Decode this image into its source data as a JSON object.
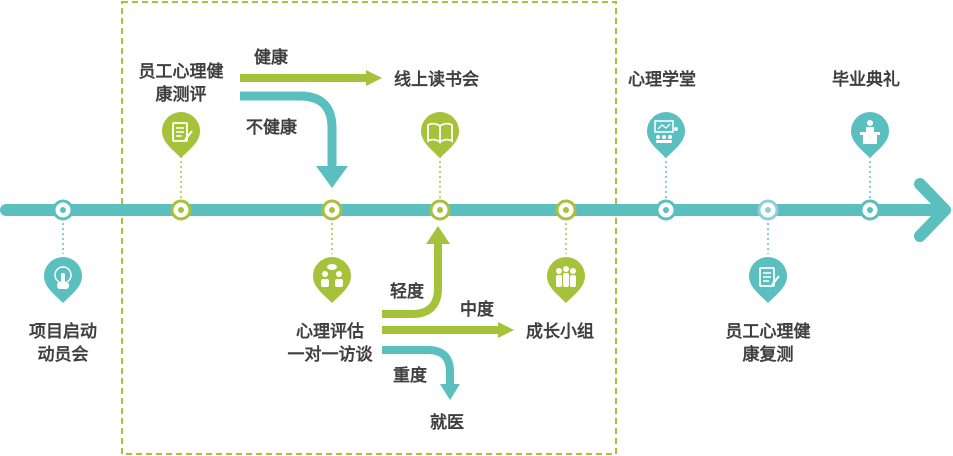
{
  "timeline": {
    "before_box": {
      "kickoff": "项目启动\n动员会"
    },
    "in_box": {
      "assessment": "员工心理健\n康测评",
      "healthy": "健康",
      "unhealthy": "不健康",
      "reading": "线上读书会",
      "consult": "心理评估\n一对一访谈",
      "mild": "轻度",
      "moderate": "中度",
      "severe": "重度",
      "growth": "成长小组",
      "hospital": "就医"
    },
    "after_box": {
      "classroom": "心理学堂",
      "reassessment": "员工心理健\n康复测",
      "graduation": "毕业典礼"
    }
  },
  "icons": [
    "hand-touch-icon",
    "clipboard-icon",
    "group-chat-icon",
    "open-book-icon",
    "team-icon",
    "presentation-icon",
    "checklist-icon",
    "podium-icon"
  ],
  "colors": {
    "teal": "#5bbfc0",
    "green": "#a5c23a",
    "text": "#3f3f3f",
    "dashed_box": "#a5c23a"
  }
}
